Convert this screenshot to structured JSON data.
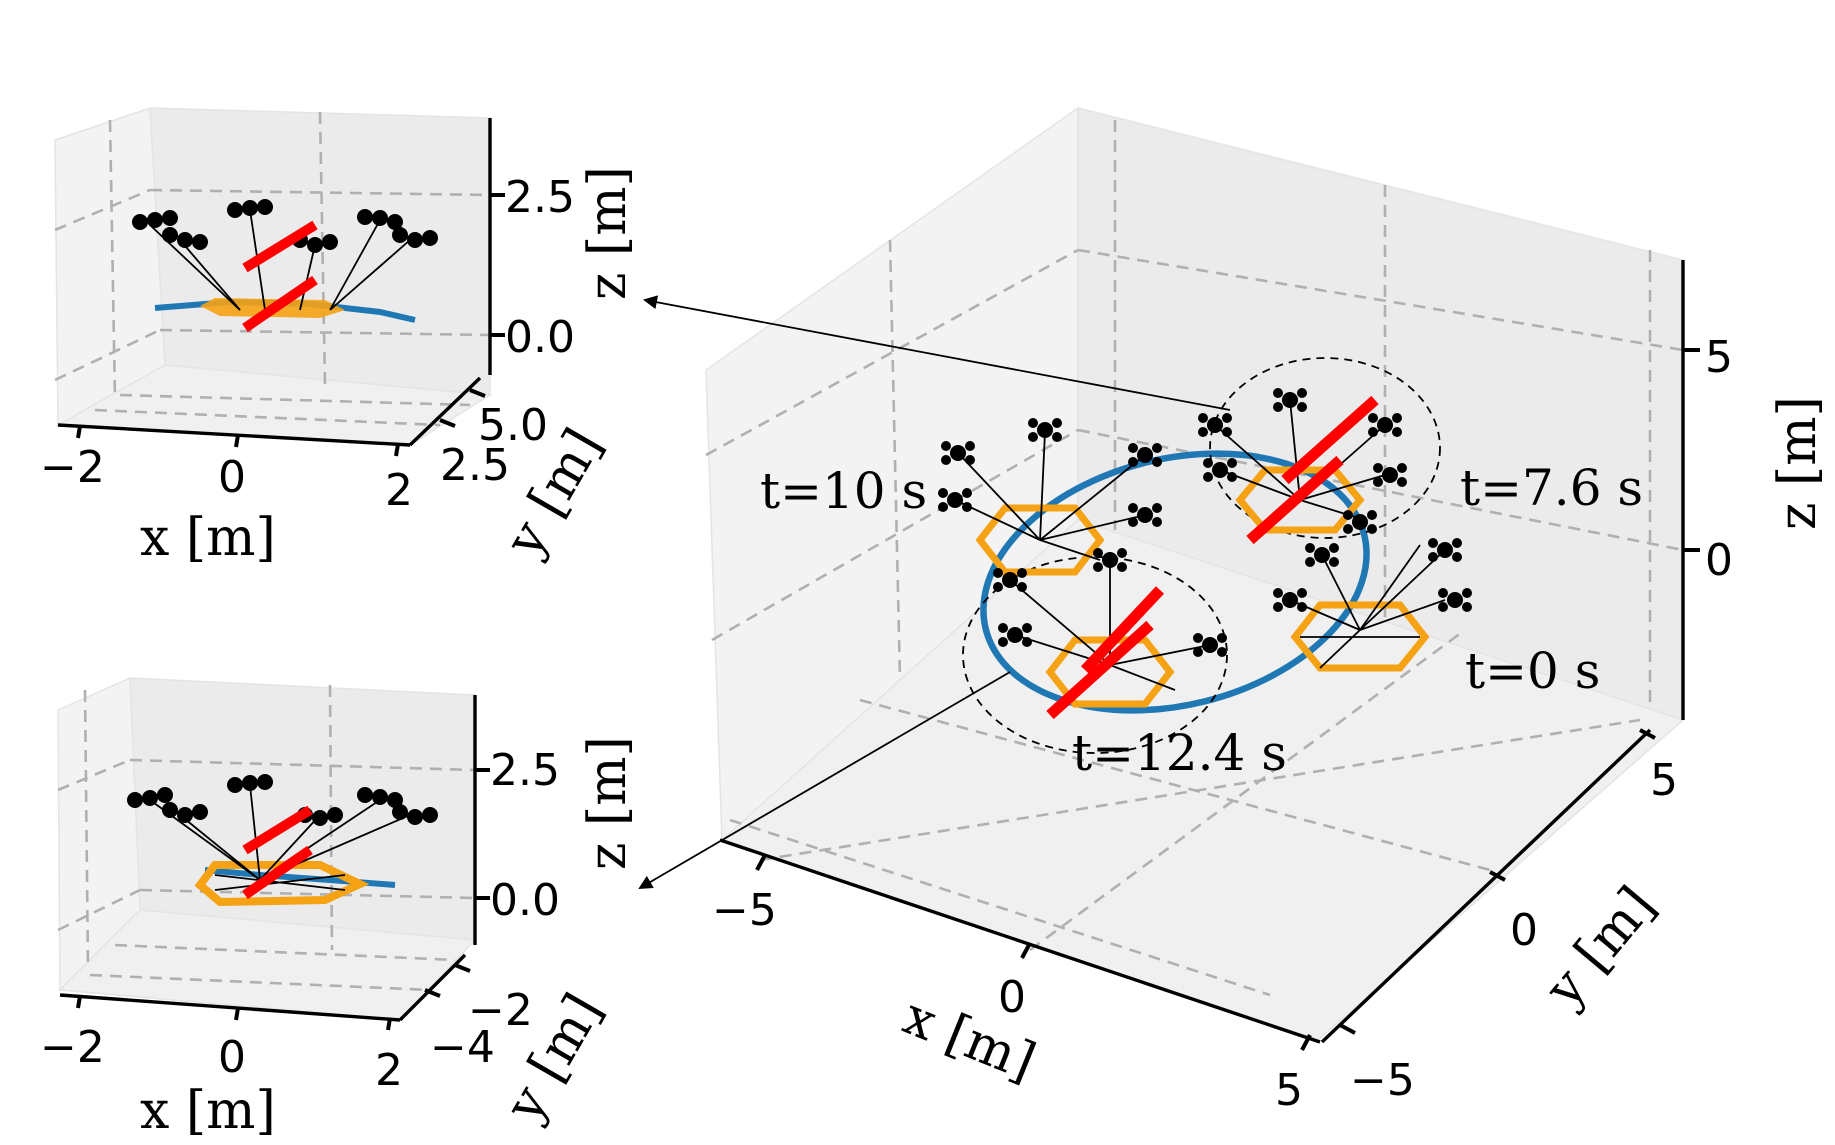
{
  "chart_data": [
    {
      "type": "3d-line",
      "panel": "main",
      "xlabel": "x [m]",
      "ylabel": "y [m]",
      "zlabel": "z [m]",
      "x_ticks": [
        "−5",
        "0",
        "5"
      ],
      "y_ticks": [
        "−5",
        "0",
        "5"
      ],
      "z_ticks": [
        "0",
        "5"
      ],
      "trajectory": "circle",
      "grid": true,
      "colors": {
        "trajectory": "#1f77b4",
        "payload": "#f5a214",
        "obstacle": "#ff0000",
        "drones": "#000000"
      },
      "annotations": [
        "t=0 s",
        "t=7.6 s",
        "t=10 s",
        "t=12.4 s"
      ]
    },
    {
      "type": "3d-line",
      "panel": "zoom-top",
      "xlabel": "x [m]",
      "ylabel": "y [m]",
      "zlabel": "z [m]",
      "x_ticks": [
        "−2",
        "0",
        "2"
      ],
      "y_ticks": [
        "2.5",
        "5.0"
      ],
      "z_ticks": [
        "0.0",
        "2.5"
      ],
      "grid": true
    },
    {
      "type": "3d-line",
      "panel": "zoom-bottom",
      "xlabel": "x [m]",
      "ylabel": "y [m]",
      "zlabel": "z [m]",
      "x_ticks": [
        "−2",
        "0",
        "2"
      ],
      "y_ticks": [
        "−4",
        "−2"
      ],
      "z_ticks": [
        "0.0",
        "2.5"
      ],
      "grid": true
    }
  ]
}
